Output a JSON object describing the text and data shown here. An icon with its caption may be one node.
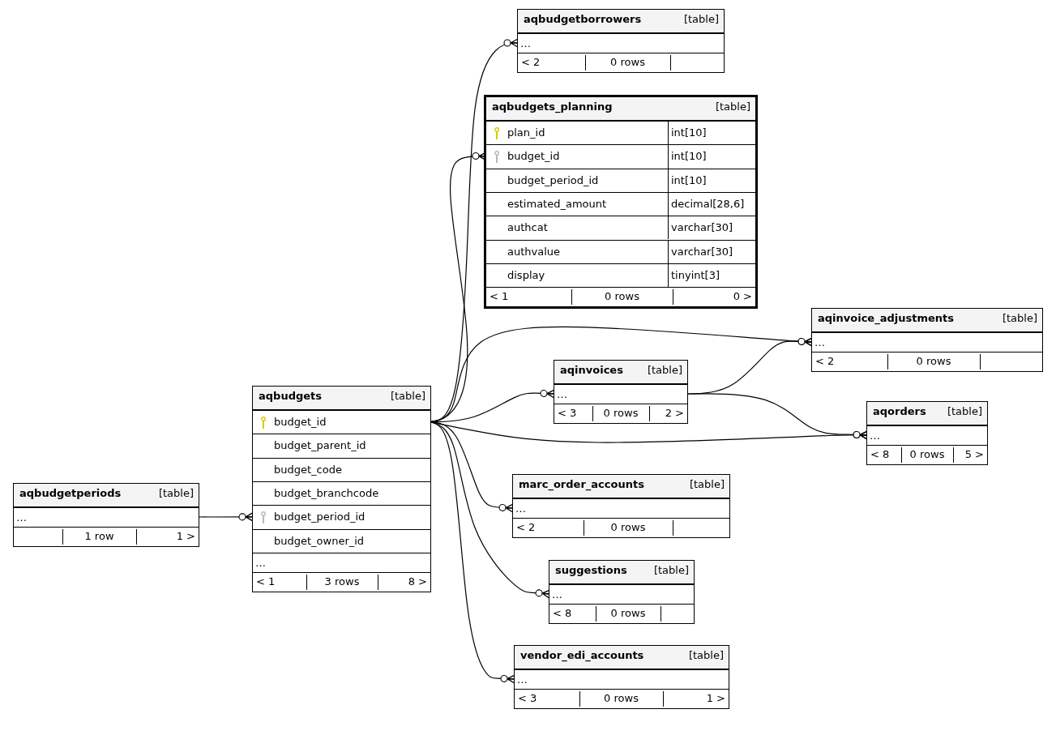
{
  "diagram": {
    "nodes": [
      {
        "text": [
          "aqbudgetborrowers",
          "[table]"
        ]
      },
      {
        "text": [
          "…"
        ],
        "in": 0
      },
      {
        "text": [
          "< 2",
          "0 rows"
        ],
        "in": 0
      },
      {
        "text": [
          "aqbudgets_planning",
          "[table]"
        ]
      },
      {
        "text": [
          "plan_id",
          "int[10]"
        ],
        "in": 3
      },
      {
        "text": [
          "budget_id",
          "int[10]"
        ],
        "in": 3
      },
      {
        "text": [
          "budget_period_id",
          "int[10]"
        ],
        "in": 3
      },
      {
        "text": [
          "estimated_amount",
          "decimal[28,6]"
        ],
        "in": 3
      },
      {
        "text": [
          "authcat",
          "varchar[30]"
        ],
        "in": 3
      },
      {
        "text": [
          "authvalue",
          "varchar[30]"
        ],
        "in": 3
      },
      {
        "text": [
          "display",
          "tinyint[3]"
        ],
        "in": 3
      },
      {
        "text": [
          "< 1",
          "0 rows",
          "0 >"
        ],
        "in": 3
      },
      {
        "text": [
          "aqinvoice_adjustments",
          "[table]"
        ]
      },
      {
        "text": [
          "…"
        ],
        "in": 12
      },
      {
        "text": [
          "< 2",
          "0 rows"
        ],
        "in": 12
      },
      {
        "text": [
          "aqinvoices",
          "[table]"
        ]
      },
      {
        "text": [
          "…"
        ],
        "in": 15
      },
      {
        "text": [
          "< 3",
          "0 rows",
          "2 >"
        ],
        "in": 15
      },
      {
        "text": [
          "aqorders",
          "[table]"
        ]
      },
      {
        "text": [
          "…"
        ],
        "in": 18
      },
      {
        "text": [
          "< 8",
          "0 rows",
          "5 >"
        ],
        "in": 18
      },
      {
        "text": [
          "aqbudgets",
          "[table]"
        ]
      },
      {
        "text": [
          "budget_id"
        ],
        "in": 21
      },
      {
        "text": [
          "budget_parent_id"
        ],
        "in": 21
      },
      {
        "text": [
          "budget_code"
        ],
        "in": 21
      },
      {
        "text": [
          "budget_branchcode"
        ],
        "in": 21
      },
      {
        "text": [
          "budget_period_id"
        ],
        "in": 21
      },
      {
        "text": [
          "budget_owner_id"
        ],
        "in": 21
      },
      {
        "text": [
          "…"
        ],
        "in": 21
      },
      {
        "text": [
          "< 1",
          "3 rows",
          "8 >"
        ],
        "in": 21
      },
      {
        "text": [
          "aqbudgetperiods",
          "[table]"
        ]
      },
      {
        "text": [
          "…"
        ],
        "in": 30
      },
      {
        "text": [
          "1 row",
          "1 >"
        ],
        "in": 30
      },
      {
        "text": [
          "marc_order_accounts",
          "[table]"
        ]
      },
      {
        "text": [
          "…"
        ],
        "in": 33
      },
      {
        "text": [
          "< 2",
          "0 rows"
        ],
        "in": 33
      },
      {
        "text": [
          "suggestions",
          "[table]"
        ]
      },
      {
        "text": [
          "…"
        ],
        "in": 36
      },
      {
        "text": [
          "< 8",
          "0 rows"
        ],
        "in": 36
      },
      {
        "text": [
          "vendor_edi_accounts",
          "[table]"
        ]
      },
      {
        "text": [
          "…"
        ],
        "in": 39
      },
      {
        "text": [
          "< 3",
          "0 rows",
          "1 >"
        ],
        "in": 39
      }
    ],
    "edges": [
      {
        "from": 22,
        "to": 1,
        "arrow": "other"
      },
      {
        "from": 22,
        "to": 5,
        "arrow": "other"
      },
      {
        "from": 22,
        "to": 13,
        "arrow": "other"
      },
      {
        "from": 22,
        "to": 16,
        "arrow": "other"
      },
      {
        "from": 22,
        "to": 19,
        "arrow": "other"
      },
      {
        "from": 22,
        "to": 34,
        "arrow": "other"
      },
      {
        "from": 22,
        "to": 37,
        "arrow": "other"
      },
      {
        "from": 22,
        "to": 40,
        "arrow": "other"
      },
      {
        "from": 16,
        "to": 13,
        "arrow": "other"
      },
      {
        "from": 16,
        "to": 19,
        "arrow": "other"
      },
      {
        "from": 31,
        "to": 26,
        "arrow": "other"
      }
    ]
  }
}
